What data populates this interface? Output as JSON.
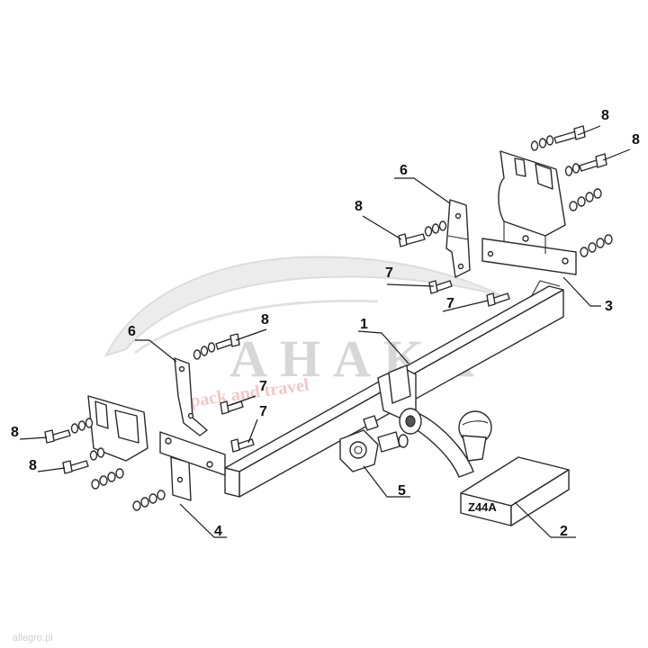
{
  "watermark": {
    "brand": "AHAKA",
    "tagline": "pack and travel",
    "corner_text": "allegro.pl"
  },
  "colors": {
    "line": "#2a2a2a",
    "watermark_gray": "#d7d7d7",
    "watermark_pink": "#f2c7c7"
  },
  "parts": {
    "box_label": "Z44A"
  },
  "callouts": [
    {
      "id": "1",
      "label": "1"
    },
    {
      "id": "2",
      "label": "2"
    },
    {
      "id": "3",
      "label": "3"
    },
    {
      "id": "4",
      "label": "4"
    },
    {
      "id": "5",
      "label": "5"
    },
    {
      "id": "6a",
      "label": "6"
    },
    {
      "id": "6b",
      "label": "6"
    },
    {
      "id": "7a",
      "label": "7"
    },
    {
      "id": "7b",
      "label": "7"
    },
    {
      "id": "7c",
      "label": "7"
    },
    {
      "id": "7d",
      "label": "7"
    },
    {
      "id": "8a",
      "label": "8"
    },
    {
      "id": "8b",
      "label": "8"
    },
    {
      "id": "8c",
      "label": "8"
    },
    {
      "id": "8d",
      "label": "8"
    },
    {
      "id": "8e",
      "label": "8"
    },
    {
      "id": "8f",
      "label": "8"
    }
  ]
}
